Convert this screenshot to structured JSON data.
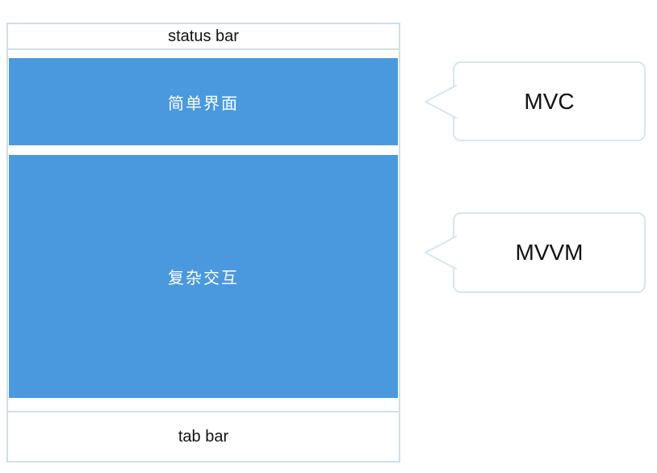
{
  "colors": {
    "accent_blue": "#4A99DF",
    "frame_border": "#CFE0E5",
    "bubble_border": "#D6E7EC",
    "text_dark": "#111111",
    "text_light": "#FFFFFF"
  },
  "phone": {
    "status_bar_label": "status bar",
    "sections": [
      {
        "label": "简单界面"
      },
      {
        "label": "复杂交互"
      }
    ],
    "tab_bar_label": "tab bar"
  },
  "callouts": [
    {
      "label": "MVC"
    },
    {
      "label": "MVVM"
    }
  ]
}
